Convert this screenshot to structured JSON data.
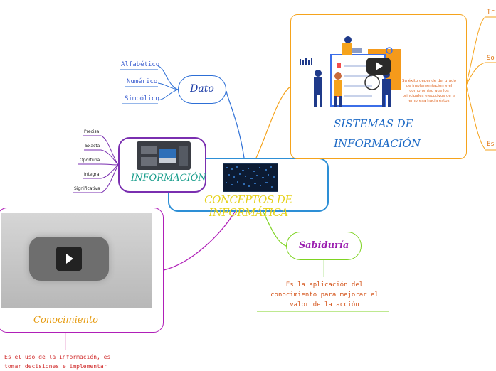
{
  "central": {
    "title": "CONCEPTOS DE INFORMÁTICA"
  },
  "dato": {
    "title": "Dato",
    "children": [
      "Alfabético",
      "Numérico",
      "Simbólico"
    ]
  },
  "informacion": {
    "title": "INFORMACIÓN",
    "children": [
      "Precisa",
      "Exacta",
      "Oportuna",
      "Integra",
      "Significativa"
    ]
  },
  "sistemas": {
    "title_line1": "SISTEMAS DE",
    "title_line2": "INFORMACIÓN",
    "image_caption": "Su éxito depende del grado de implementación y el compromiso que los principales ejecutivos de la empresa hacia éstos",
    "side_labels": [
      "Tr",
      "So",
      "Es"
    ]
  },
  "sabiduria": {
    "title": "Sabiduría",
    "description": "Es la aplicación del conocimiento para mejorar el valor de la acción"
  },
  "conocimiento": {
    "title": "Conocimiento",
    "description": "Es el uso de la información, es tomar decisiones e implementar"
  },
  "colors": {
    "blue": "#2d6fd6",
    "orange": "#f5a31c",
    "purple": "#b01fb8",
    "green": "#7ed321",
    "yellow": "#e6d21a",
    "pink": "#e060a8"
  }
}
